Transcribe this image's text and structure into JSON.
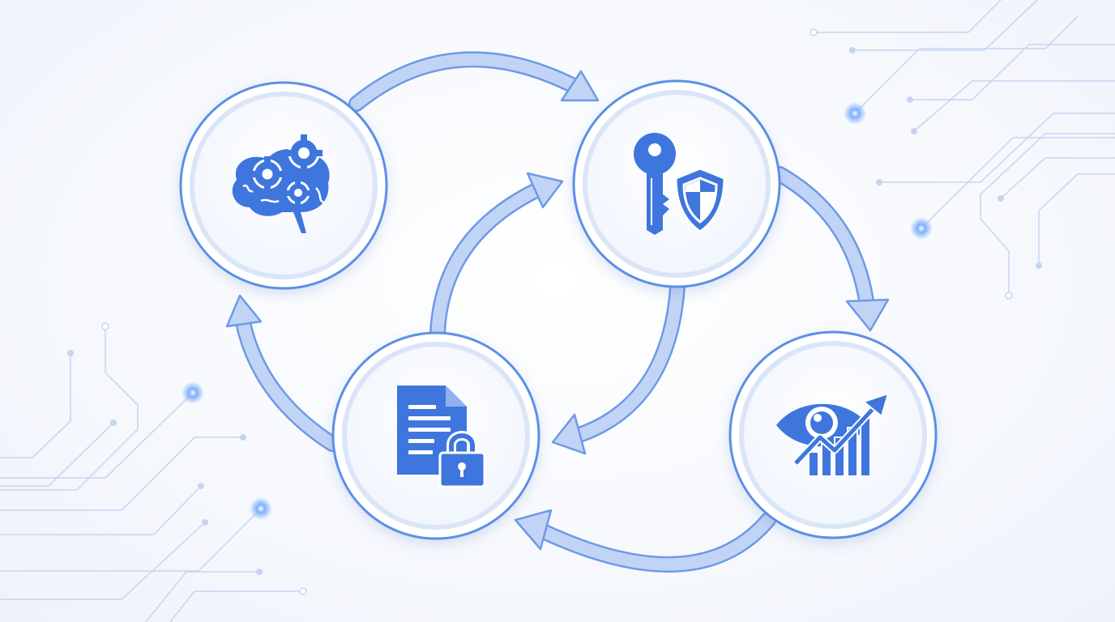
{
  "diagram": {
    "nodes": [
      {
        "id": "ai-processing",
        "icon": "brain-gears-icon"
      },
      {
        "id": "access-security",
        "icon": "key-shield-icon"
      },
      {
        "id": "monitoring-analytics",
        "icon": "eye-chart-icon"
      },
      {
        "id": "document-protection",
        "icon": "document-lock-icon"
      }
    ],
    "flows": [
      {
        "from": "ai-processing",
        "to": "access-security"
      },
      {
        "from": "access-security",
        "to": "monitoring-analytics"
      },
      {
        "from": "monitoring-analytics",
        "to": "document-protection"
      },
      {
        "from": "document-protection",
        "to": "ai-processing"
      },
      {
        "from": "document-protection",
        "to": "access-security"
      },
      {
        "from": "access-security",
        "to": "document-protection"
      }
    ],
    "colors": {
      "accent": "#3d74df",
      "ring": "#5b8fe6",
      "arrow_fill": "#b9cdf4",
      "arrow_stroke": "#6d9ae6",
      "circuit": "#bfd0ef",
      "glow": "#6fa2ff"
    }
  }
}
